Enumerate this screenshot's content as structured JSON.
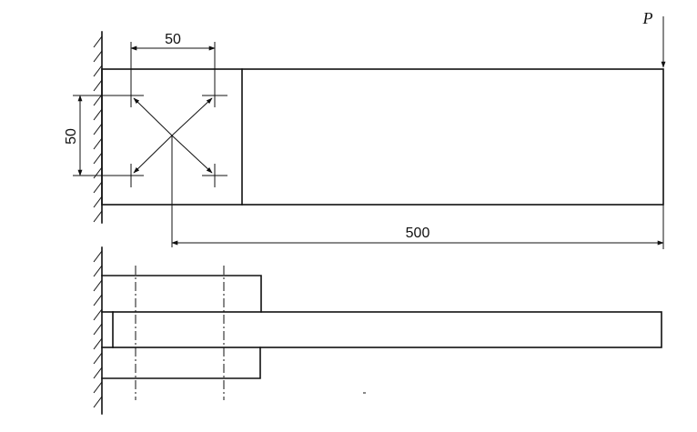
{
  "labels": {
    "load": "P",
    "dim_bolt_spacing_horizontal": "50",
    "dim_bolt_spacing_vertical": "50",
    "dim_arm_length": "500"
  }
}
